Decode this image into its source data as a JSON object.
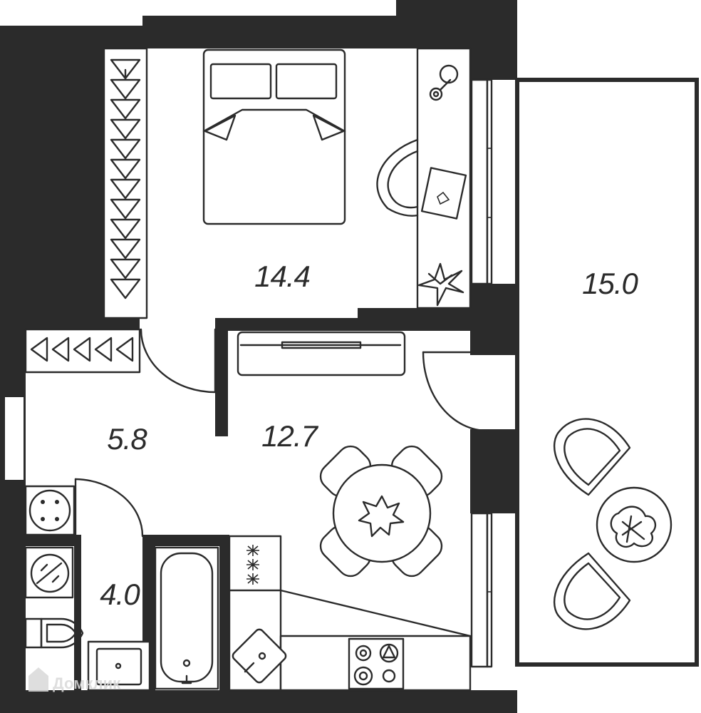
{
  "rooms": {
    "bedroom": {
      "area": "14.4"
    },
    "balcony": {
      "area": "15.0"
    },
    "kitchen": {
      "area": "12.7"
    },
    "hallway": {
      "area": "5.8"
    },
    "bathroom": {
      "area": "4.0"
    }
  },
  "watermark": {
    "text": "Домклик"
  }
}
